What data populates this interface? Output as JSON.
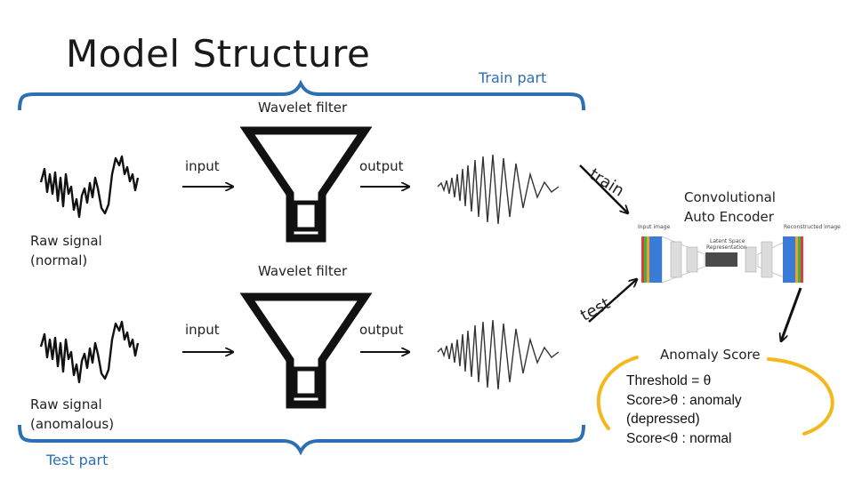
{
  "title": "Model Structure",
  "train_part": "Train part",
  "test_part": "Test part",
  "top_row": {
    "filter_label": "Wavelet filter",
    "input": "input",
    "output": "output",
    "raw_signal": [
      "Raw signal",
      "(normal)"
    ],
    "arrow_label": "train"
  },
  "bottom_row": {
    "filter_label": "Wavelet filter",
    "input": "input",
    "output": "output",
    "raw_signal": [
      "Raw signal",
      "(anomalous)"
    ],
    "arrow_label": "test"
  },
  "autoencoder": {
    "title": [
      "Convolutional",
      "Auto Encoder"
    ],
    "input_caption": "Input image",
    "latent_caption": [
      "Latent Space",
      "Representation"
    ],
    "output_caption": "Reconstructed image"
  },
  "anomaly": {
    "heading": "Anomaly Score",
    "lines": [
      "Threshold = θ",
      "Score>θ : anomaly",
      "(depressed)",
      "Score<θ : normal"
    ]
  },
  "colors": {
    "brace_blue": "#2e6fb3",
    "ring_yellow": "#f2b81d",
    "funnel": "#111111"
  }
}
